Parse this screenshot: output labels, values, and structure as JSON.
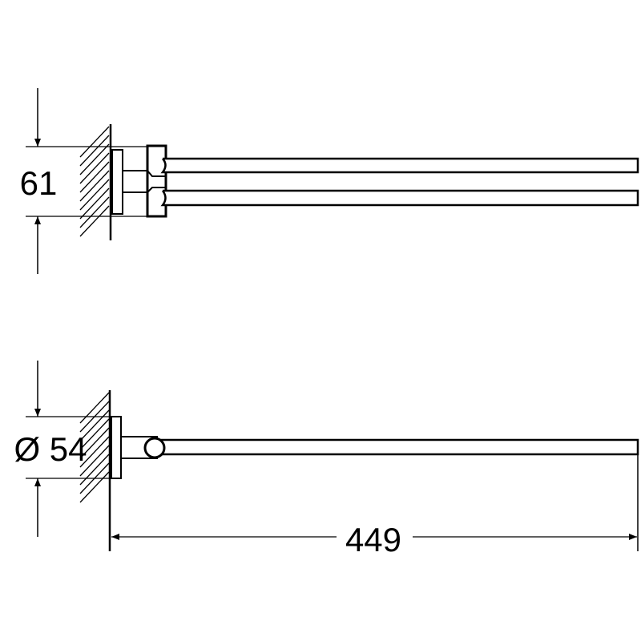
{
  "dimensions": {
    "height_top_view": "61",
    "diameter_side_view": "Ø 54",
    "length": "449"
  },
  "colors": {
    "line": "#000000",
    "background": "#ffffff"
  }
}
